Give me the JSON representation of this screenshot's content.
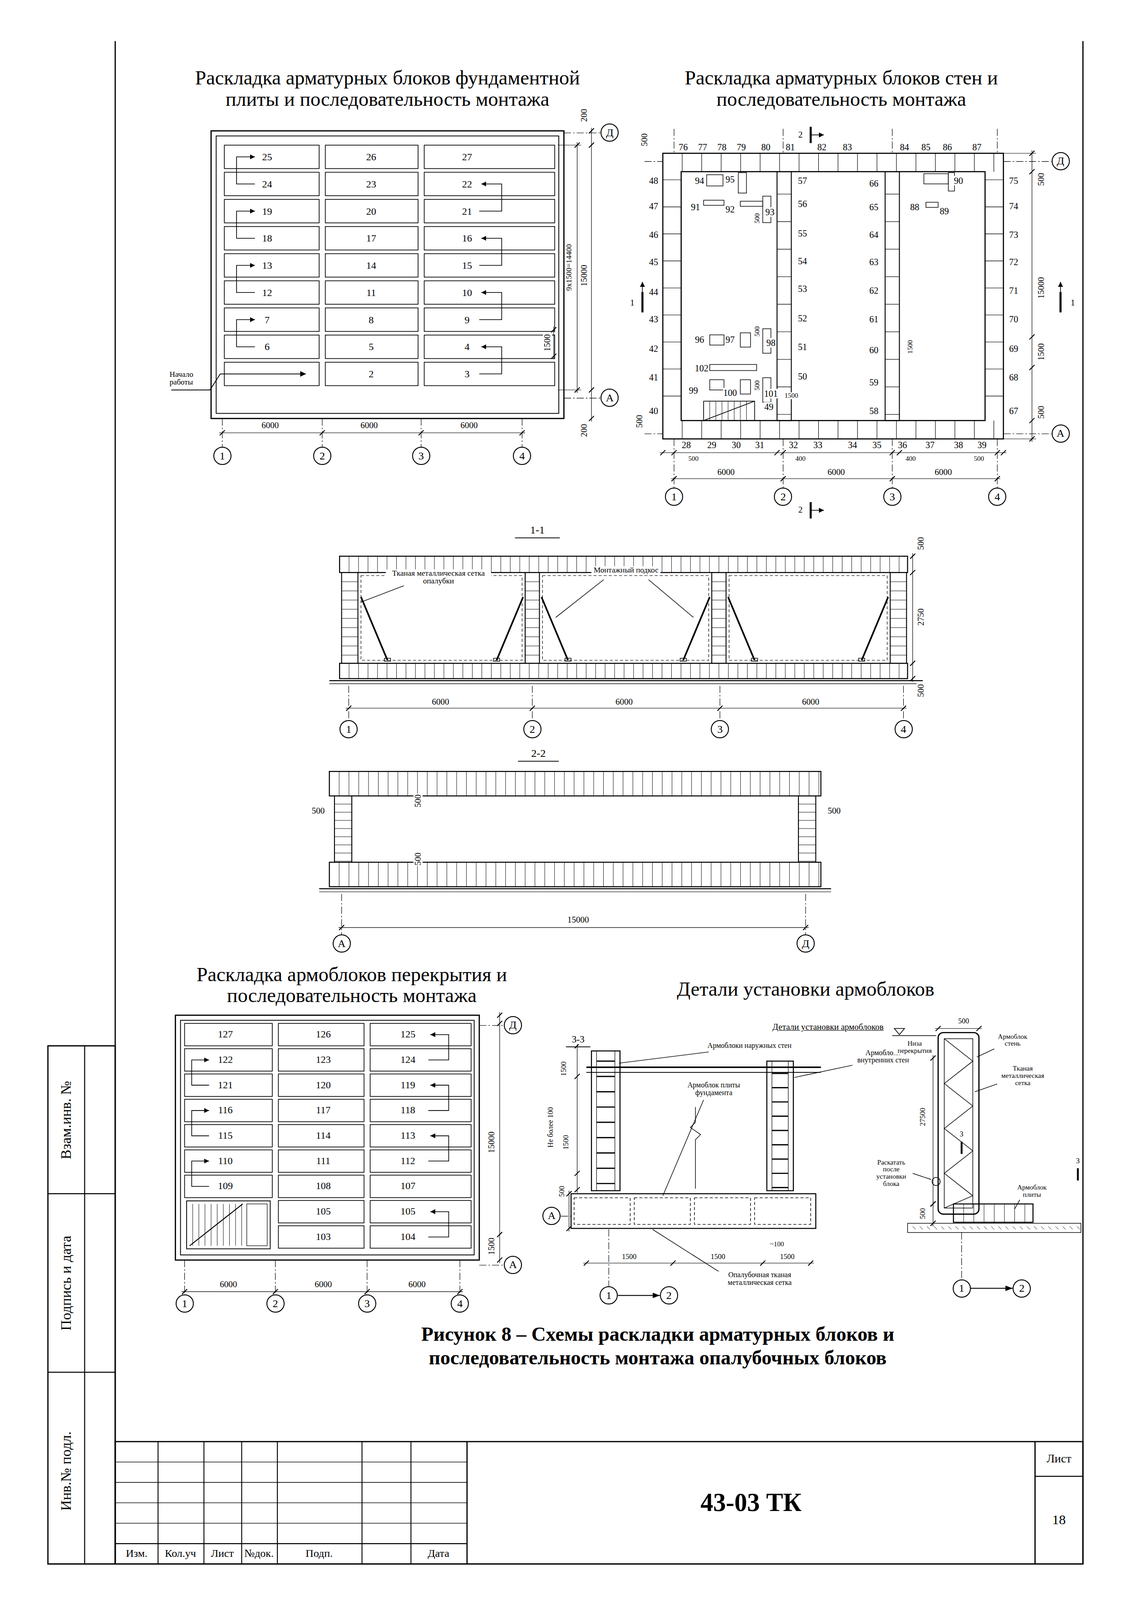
{
  "diagram": {
    "caption": "Рисунок 8 – Схемы раскладки арматурных блоков и последовательность монтажа опалубочных блоков",
    "nodes": [
      {
        "text": [
          "Д"
        ]
      },
      {
        "text": [
          "А"
        ]
      },
      {
        "text": [
          "1"
        ]
      },
      {
        "text": [
          "2"
        ]
      },
      {
        "text": [
          "3"
        ]
      },
      {
        "text": [
          "4"
        ]
      },
      {
        "text": [
          "Д"
        ]
      },
      {
        "text": [
          "А"
        ]
      },
      {
        "text": [
          "1"
        ]
      },
      {
        "text": [
          "2"
        ]
      },
      {
        "text": [
          "3"
        ]
      },
      {
        "text": [
          "4"
        ]
      },
      {
        "text": [
          "1"
        ]
      },
      {
        "text": [
          "2"
        ]
      },
      {
        "text": [
          "3"
        ]
      },
      {
        "text": [
          "4"
        ]
      },
      {
        "text": [
          "А"
        ]
      },
      {
        "text": [
          "Д"
        ]
      },
      {
        "text": [
          "Д"
        ]
      },
      {
        "text": [
          "А"
        ]
      },
      {
        "text": [
          "1"
        ]
      },
      {
        "text": [
          "2"
        ]
      },
      {
        "text": [
          "3"
        ]
      },
      {
        "text": [
          "4"
        ]
      },
      {
        "text": [
          "А"
        ]
      },
      {
        "text": [
          "1"
        ]
      },
      {
        "text": [
          "2"
        ]
      },
      {
        "text": [
          "1"
        ]
      },
      {
        "text": [
          "2"
        ]
      },
      {
        "text": [
          "43-03 ТК"
        ]
      },
      {
        "text": [
          "Лист",
          "18"
        ]
      }
    ],
    "edges": [
      {
        "from": 25,
        "to": 26,
        "arrow": "to"
      },
      {
        "from": 27,
        "to": 28,
        "arrow": "to"
      }
    ],
    "labels": [
      "Раскладка арматурных блоков фундаментной плиты и последовательность монтажа",
      "25",
      "26",
      "27",
      "24",
      "23",
      "22",
      "19",
      "20",
      "21",
      "18",
      "17",
      "16",
      "13",
      "14",
      "15",
      "12",
      "11",
      "10",
      "7",
      "8",
      "9",
      "6",
      "5",
      "4",
      "2",
      "3",
      "Начало работы",
      "200",
      "9x1500=14400",
      "15000",
      "1500",
      "200",
      "6000",
      "6000",
      "6000",
      "Раскладка арматурных блоков стен и последовательность монтажа",
      "2",
      "2",
      "500",
      "76",
      "77",
      "78",
      "79",
      "80",
      "81",
      "82",
      "83",
      "84",
      "85",
      "86",
      "87",
      "48",
      "47",
      "46",
      "45",
      "44",
      "43",
      "42",
      "41",
      "40",
      "94",
      "95",
      "91",
      "92",
      "93",
      "500",
      "90",
      "88",
      "89",
      "57",
      "56",
      "55",
      "54",
      "53",
      "52",
      "51",
      "50",
      "49",
      "1500",
      "66",
      "65",
      "64",
      "63",
      "62",
      "61",
      "60",
      "59",
      "58",
      "75",
      "74",
      "73",
      "72",
      "71",
      "70",
      "69",
      "68",
      "67",
      "500",
      "15000",
      "1500",
      "500",
      "1",
      "1",
      "96",
      "97",
      "500",
      "98",
      "102",
      "99",
      "100",
      "500",
      "101",
      "1500",
      "500",
      "28",
      "29",
      "30",
      "31",
      "32",
      "33",
      "34",
      "35",
      "36",
      "37",
      "38",
      "39",
      "500",
      "400",
      "400",
      "500",
      "6000",
      "6000",
      "6000",
      "1-1",
      "Тканая металлическая сетка опалубки",
      "Монтажный подкос",
      "500",
      "2750",
      "500",
      "6000",
      "6000",
      "6000",
      "2-2",
      "500",
      "500",
      "500",
      "500",
      "15000",
      "Раскладка армоблоков перекрытия и последовательность монтажа",
      "127",
      "126",
      "125",
      "122",
      "123",
      "124",
      "121",
      "120",
      "119",
      "116",
      "117",
      "118",
      "115",
      "114",
      "113",
      "110",
      "111",
      "112",
      "109",
      "108",
      "107",
      "105",
      "105",
      "103",
      "104",
      "15000",
      "1500",
      "6000",
      "6000",
      "6000",
      "Детали установки армоблоков",
      "Детали установки армоблоков",
      "3-3",
      "Армоблоки наружных стен",
      "Армоблоки внутренних стен",
      "Армоблок плиты фундамента",
      "1500",
      "Не более 100",
      "1500",
      "500",
      "1500",
      "1500",
      "1500",
      "~100",
      "Опалубочная тканая металлическая сетка",
      "500",
      "Армоблок стень",
      "Низа перекрытия",
      "Тканая металлическая сетка",
      "27500",
      "Раскатать после установки блока",
      "3",
      "3",
      "500",
      "Армоблок плиты",
      "Взам.инв. №",
      "Подпись и дата",
      "Инв.№ подл.",
      "Изм.",
      "Кол.уч",
      "Лист",
      "№док.",
      "Подп.",
      "Дата"
    ]
  }
}
